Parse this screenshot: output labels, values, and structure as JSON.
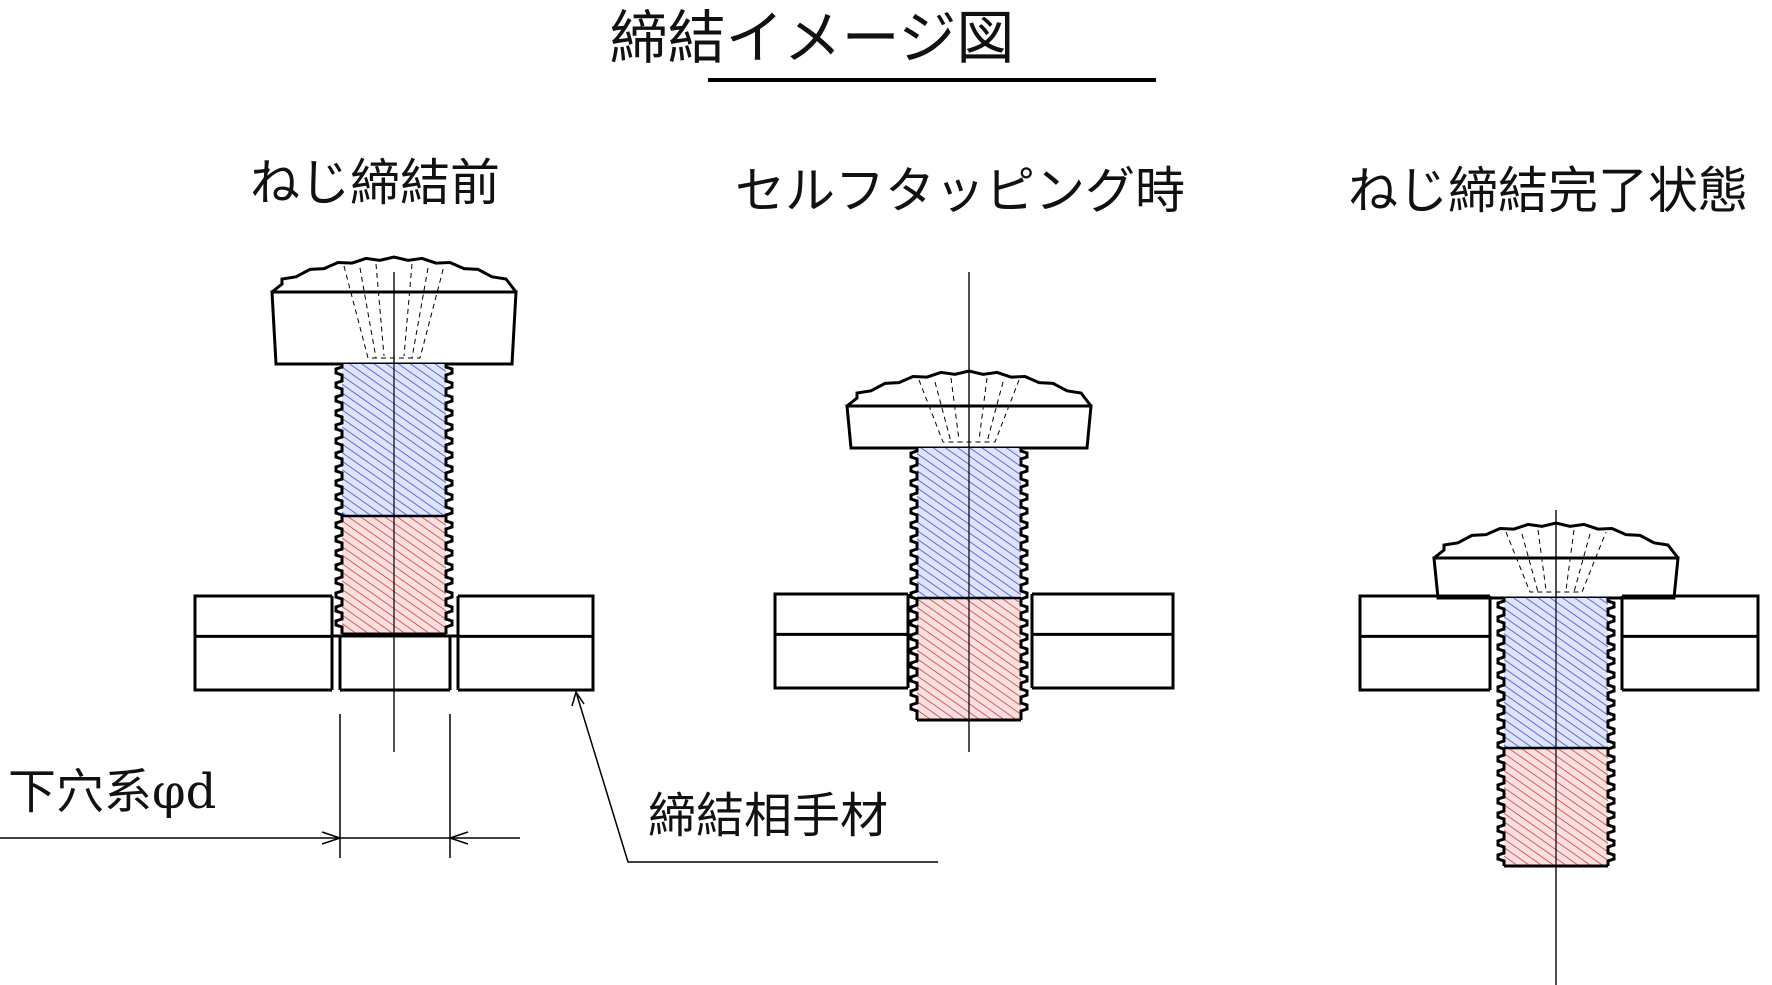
{
  "title": "締結イメージ図",
  "stages": [
    {
      "id": "before",
      "label": "ねじ締結前"
    },
    {
      "id": "tapping",
      "label": "セルフタッピング時"
    },
    {
      "id": "complete",
      "label": "ねじ締結完了状態"
    }
  ],
  "annotations": {
    "hole_diameter": "下穴系φd",
    "mating_material": "締結相手材"
  },
  "colors": {
    "upper_shank": "#3a4fd6",
    "lower_shank": "#d63a3a",
    "line": "#000000"
  }
}
